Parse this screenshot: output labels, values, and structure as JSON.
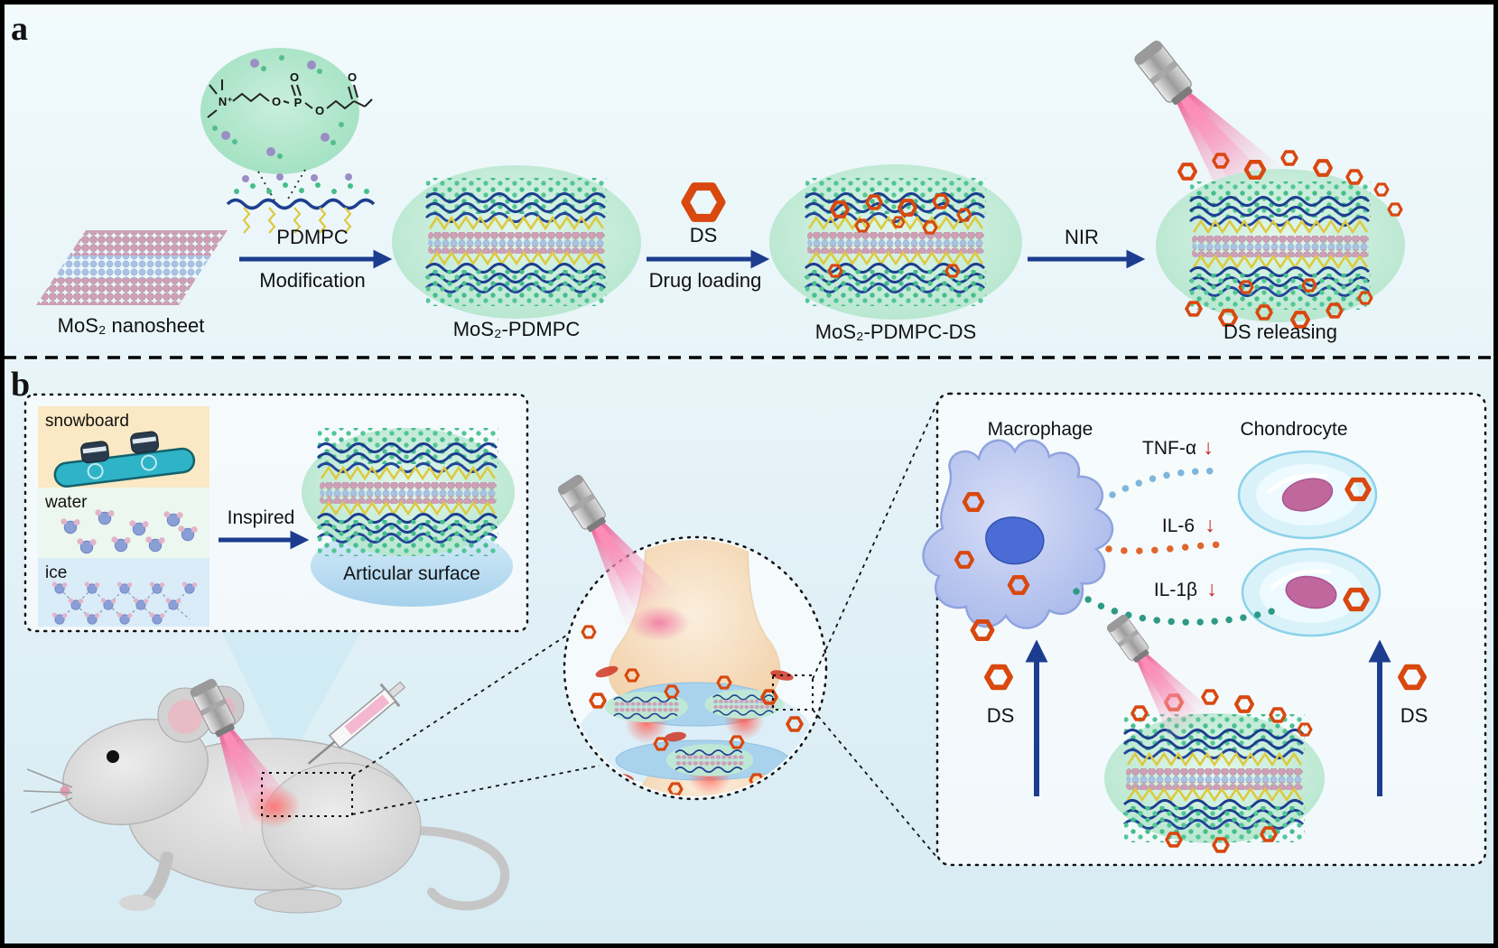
{
  "colors": {
    "background_top": "#f2fafc",
    "background_bottom": "#d7ebf3",
    "arrow_navy": "#1c3d8f",
    "ds_orange": "#d9480f",
    "shell_green": "#bfe9d4",
    "laser_pink": "#ee5f96",
    "cytokine_tnf_dots": "#7fb6da",
    "cytokine_il6_dots": "#e0662e",
    "cytokine_il1b_dots": "#2e9a86",
    "down_arrow_red": "#c42222"
  },
  "panel_a": {
    "label": "a",
    "chem_atoms": [
      "N⁺",
      "O",
      "O",
      "P",
      "O",
      "O"
    ],
    "mos2_label": "MoS₂ nanosheet",
    "step1_top": "PDMPC",
    "step1_bottom": "Modification",
    "product1": "MoS₂-PDMPC",
    "step2_top": "DS",
    "step2_bottom": "Drug loading",
    "product2": "MoS₂-PDMPC-DS",
    "step3": "NIR",
    "product3": "DS releasing"
  },
  "panel_b": {
    "label": "b",
    "inspiration": {
      "snowboard": "snowboard",
      "water": "water",
      "ice": "ice",
      "arrow": "Inspired",
      "surface": "Articular surface"
    },
    "mechanism": {
      "macrophage": "Macrophage",
      "chondrocyte": "Chondrocyte",
      "cytokines": [
        {
          "name": "TNF-α",
          "arrow": "↓"
        },
        {
          "name": "IL-6",
          "arrow": "↓"
        },
        {
          "name": "IL-1β",
          "arrow": "↓"
        }
      ],
      "ds_left": "DS",
      "ds_right": "DS"
    }
  }
}
